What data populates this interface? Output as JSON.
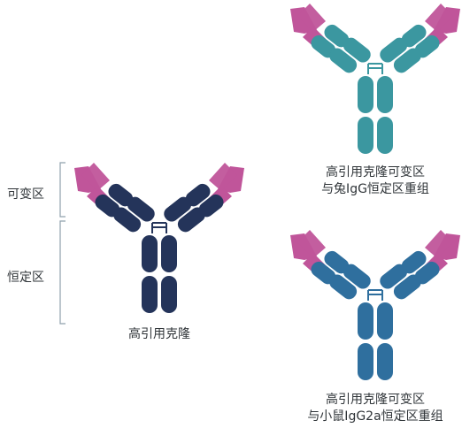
{
  "side_labels": {
    "variable_region": "可变区",
    "constant_region": "恒定区"
  },
  "captions": {
    "original": "高引用克隆",
    "rabbit_line1": "高引用克隆可变区",
    "rabbit_line2": "与兔IgG恒定区重组",
    "mouse_line1": "高引用克隆可变区",
    "mouse_line2": "与小鼠IgG2a恒定区重组"
  },
  "colors": {
    "variable_pink": "#c0559a",
    "original_navy": "#24345a",
    "rabbit_teal": "#3b97a0",
    "mouse_blue": "#2f6f9e",
    "bracket_gray": "#8fa0ac",
    "text": "#2f3438"
  }
}
